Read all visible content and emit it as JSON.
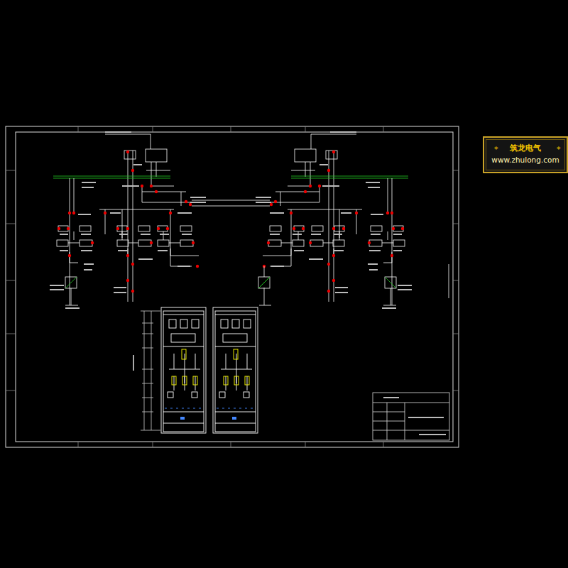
{
  "diagram": {
    "nodes": [
      {
        "text": [
          "筑龙电气",
          "www.zhulong.com"
        ]
      }
    ],
    "edges": [],
    "labels": [
      "*",
      "*"
    ]
  }
}
